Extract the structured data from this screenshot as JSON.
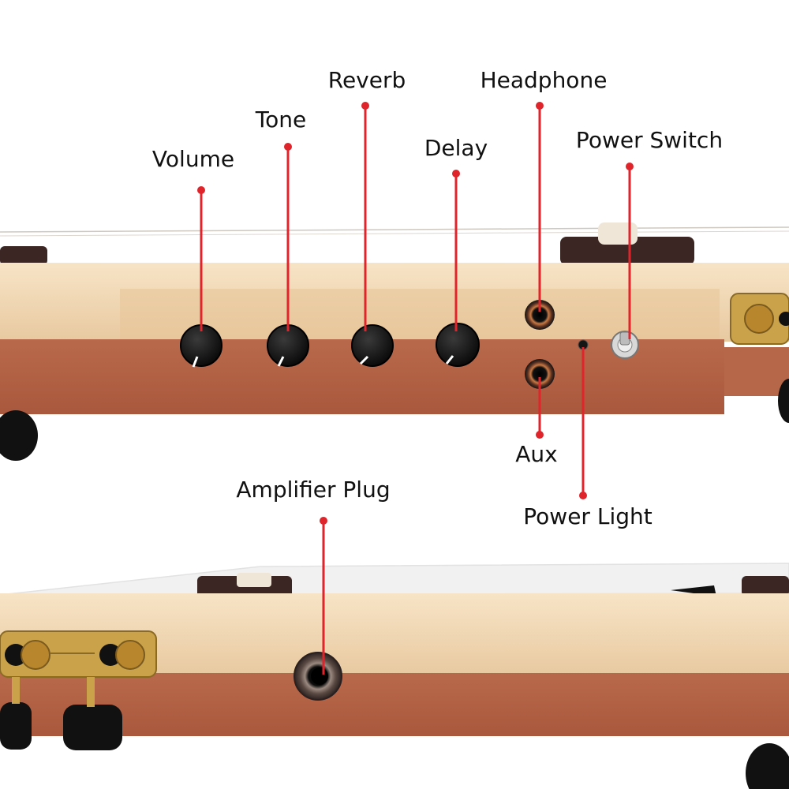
{
  "colors": {
    "maple": "#eed3ad",
    "maple_light": "#f6e3c6",
    "mahogany": "#b5674a",
    "mahogany_dark": "#8f4a34",
    "knob": "#151515",
    "pointer_red": "#e0242b",
    "gold": "#c9a24a",
    "rosewood": "#3c2623",
    "background": "#ffffff"
  },
  "labels": {
    "volume": "Volume",
    "tone": "Tone",
    "reverb": "Reverb",
    "delay": "Delay",
    "headphone": "Headphone",
    "power_switch": "Power Switch",
    "aux": "Aux",
    "power_light": "Power Light",
    "amplifier_plug": "Amplifier Plug"
  }
}
